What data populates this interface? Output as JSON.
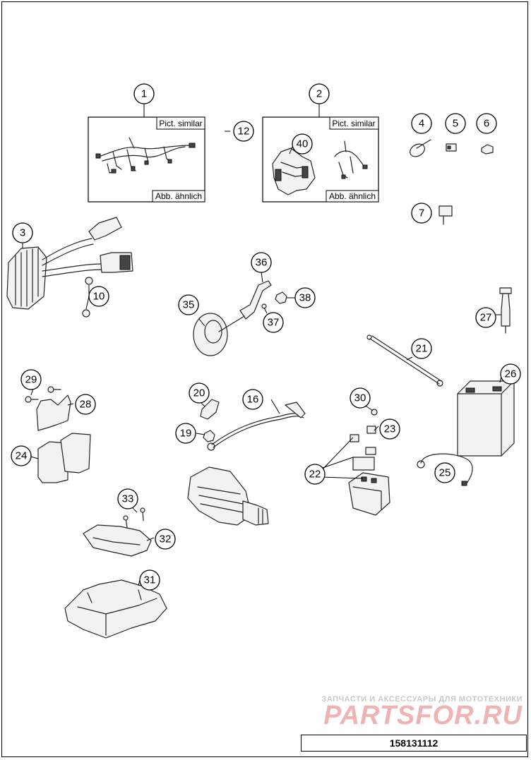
{
  "pict_labels": {
    "similar_en": "Pict. similar",
    "similar_de": "Abb. ähnlich"
  },
  "callouts": [
    "1",
    "2",
    "3",
    "4",
    "5",
    "6",
    "7",
    "10",
    "12",
    "16",
    "19",
    "20",
    "21",
    "22",
    "23",
    "24",
    "25",
    "26",
    "27",
    "28",
    "29",
    "30",
    "31",
    "32",
    "33",
    "35",
    "36",
    "37",
    "38",
    "40"
  ],
  "watermark": {
    "tagline": "ЗАПЧАСТИ И АКСЕССУАРЫ ДЛЯ МОТОТЕХНИКИ",
    "logo": "PARTSFOR.RU"
  },
  "drawing_code": "158131112"
}
